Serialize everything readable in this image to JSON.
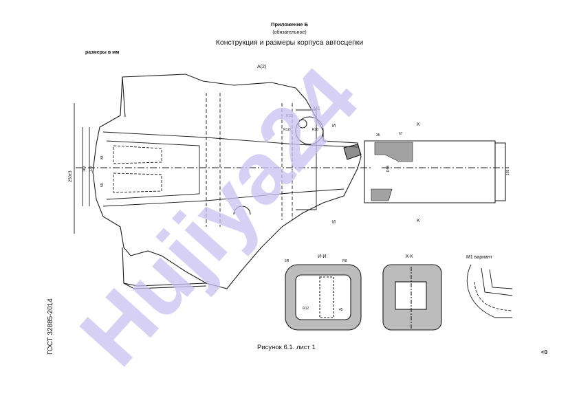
{
  "header": {
    "annex": "Приложение Б",
    "annex_status": "(обязательное)",
    "title": "Конструкция и размеры корпуса автосцепки"
  },
  "units_note": "размеры в мм",
  "figure_caption": "Рисунок 6.1. лист 1",
  "standard_code": "ГОСТ 32885-2014",
  "page_mark": "<0",
  "watermark": {
    "text": "Hujiya24",
    "color": "#c8c2f0"
  },
  "drawing": {
    "labels": {
      "view_a": "A(2)",
      "m1": "M1",
      "k_top": "K",
      "k_bottom": "K",
      "i_top": "И",
      "i_bottom": "И",
      "section_ii": "И-И",
      "section_kk": "К-К",
      "m1_variant": "M1 вариант",
      "dim_overall": "250±3",
      "dim_b": "180",
      "dim_c": "170",
      "dim_d": "88",
      "dim_e": "59",
      "dim_f": "R121",
      "dim_g": "R10",
      "dim_h": "R20",
      "dim_i": "35",
      "dim_j": "67",
      "dim_k": "R58",
      "dim_l": "155",
      "dim_m": "R12",
      "dim_n": "45",
      "dim_o": "R8",
      "dim_p": "5R"
    }
  }
}
